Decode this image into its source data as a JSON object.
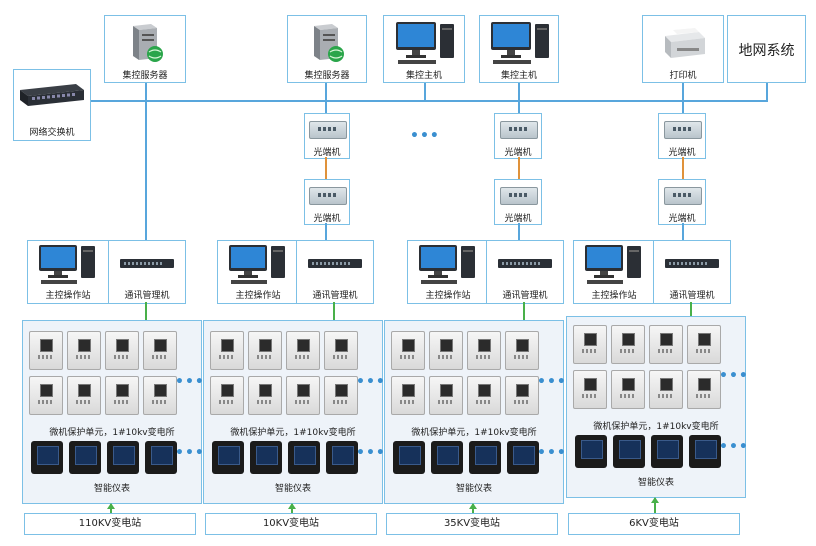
{
  "top": {
    "server1": "集控服务器",
    "server2": "集控服务器",
    "host1": "集控主机",
    "host2": "集控主机",
    "printer": "打印机",
    "ground": "地网系统",
    "switch": "网络交换机",
    "ellipsis": "•••"
  },
  "fiber": {
    "label": "光端机"
  },
  "stations": [
    {
      "workstation": "主控操作站",
      "comm": "通讯管理机",
      "relay_caption": "微机保护单元，1#10kv变电所",
      "meter_caption": "智能仪表",
      "name": "110KV变电站",
      "more": "•••"
    },
    {
      "workstation": "主控操作站",
      "comm": "通讯管理机",
      "relay_caption": "微机保护单元，1#10kv变电所",
      "meter_caption": "智能仪表",
      "name": "10KV变电站",
      "more": "•••"
    },
    {
      "workstation": "主控操作站",
      "comm": "通讯管理机",
      "relay_caption": "微机保护单元，1#10kv变电所",
      "meter_caption": "智能仪表",
      "name": "35KV变电站",
      "more": "•••"
    },
    {
      "workstation": "主控操作站",
      "comm": "通讯管理机",
      "relay_caption": "微机保护单元，1#10kv变电所",
      "meter_caption": "智能仪表",
      "name": "6KV变电站",
      "more": "•••"
    }
  ]
}
